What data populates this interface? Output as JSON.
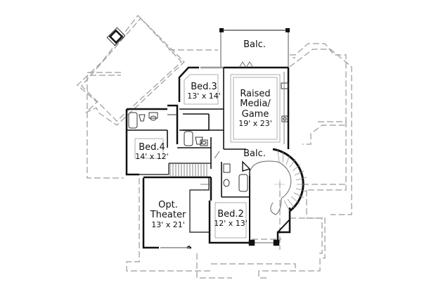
{
  "plan": {
    "type": "floor-plan",
    "floor": "upper",
    "colors": {
      "wall": "#111111",
      "outline_dashed": "#9a9a9a",
      "interior_line": "#888888",
      "background": "#ffffff"
    },
    "rooms": [
      {
        "id": "balc-top",
        "name": "Balc.",
        "dims": ""
      },
      {
        "id": "bed3",
        "name": "Bed.3",
        "dims": "13' x 14'"
      },
      {
        "id": "media",
        "name": "Raised Media/ Game",
        "name_lines": [
          "Raised",
          "Media/",
          "Game"
        ],
        "dims": "19' x 23'"
      },
      {
        "id": "bed4",
        "name": "Bed.4",
        "dims": "14' x 12'"
      },
      {
        "id": "balc-mid",
        "name": "Balc.",
        "dims": ""
      },
      {
        "id": "theater",
        "name": "Opt. Theater",
        "name_lines": [
          "Opt.",
          "Theater"
        ],
        "dims": "13' x 21'"
      },
      {
        "id": "bed2",
        "name": "Bed.2",
        "dims": "12' x 13'"
      }
    ]
  }
}
